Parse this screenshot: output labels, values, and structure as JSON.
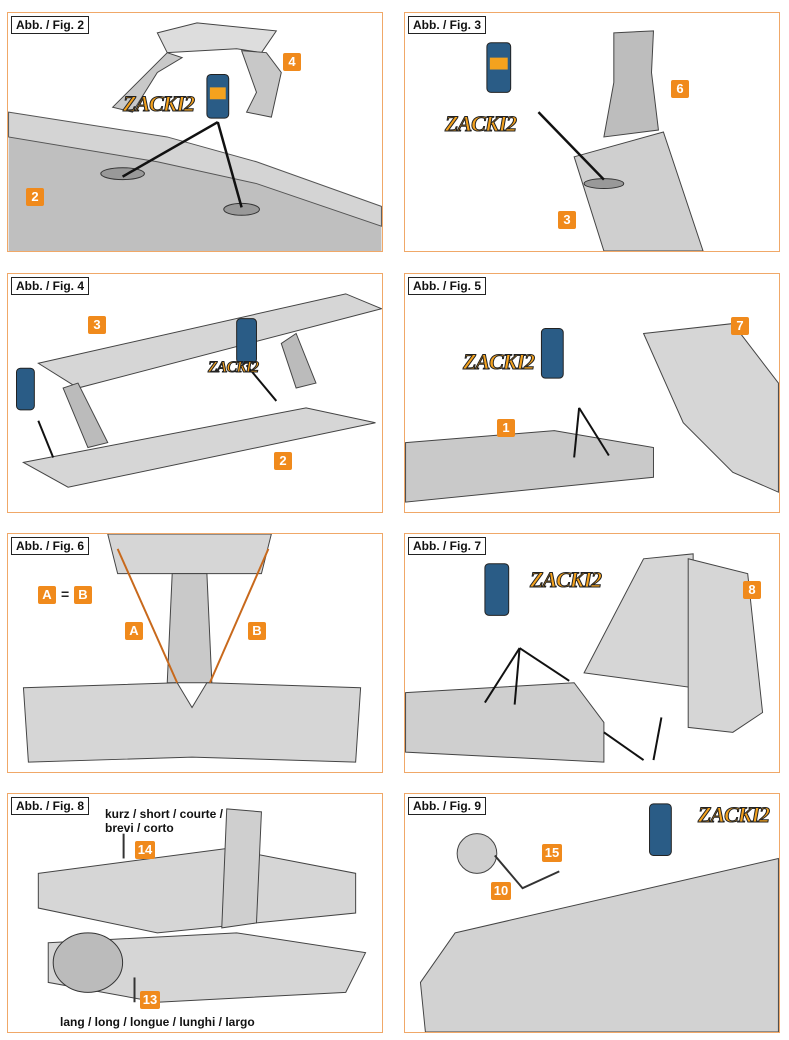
{
  "figures": [
    {
      "label": "Abb. / Fig. 2",
      "badges": [
        "4",
        "2"
      ],
      "brand": "ZACKI2"
    },
    {
      "label": "Abb. / Fig. 3",
      "badges": [
        "6",
        "3"
      ],
      "brand": "ZACKI2"
    },
    {
      "label": "Abb. / Fig. 4",
      "badges": [
        "3",
        "2"
      ],
      "brand": "ZACKI2"
    },
    {
      "label": "Abb. / Fig. 5",
      "badges": [
        "7",
        "1"
      ],
      "brand": "ZACKI2"
    },
    {
      "label": "Abb. / Fig. 6",
      "badges": [
        "A",
        "B",
        "A",
        "B"
      ],
      "equals": "="
    },
    {
      "label": "Abb. / Fig. 7",
      "badges": [
        "8"
      ],
      "brand": "ZACKI2"
    },
    {
      "label": "Abb. / Fig. 8",
      "badges": [
        "14",
        "13"
      ],
      "short_caption_1": "kurz / short / courte /",
      "short_caption_2": "brevi / corto",
      "long_caption": "lang / long / longue / lunghi / largo"
    },
    {
      "label": "Abb. / Fig. 9",
      "badges": [
        "15",
        "10"
      ],
      "brand": "ZACKI2"
    }
  ],
  "colors": {
    "panel_border": "#f0a868",
    "badge": "#f08a1c",
    "zacki_fill": "#f4a21e",
    "guide_line": "#c8691c"
  }
}
